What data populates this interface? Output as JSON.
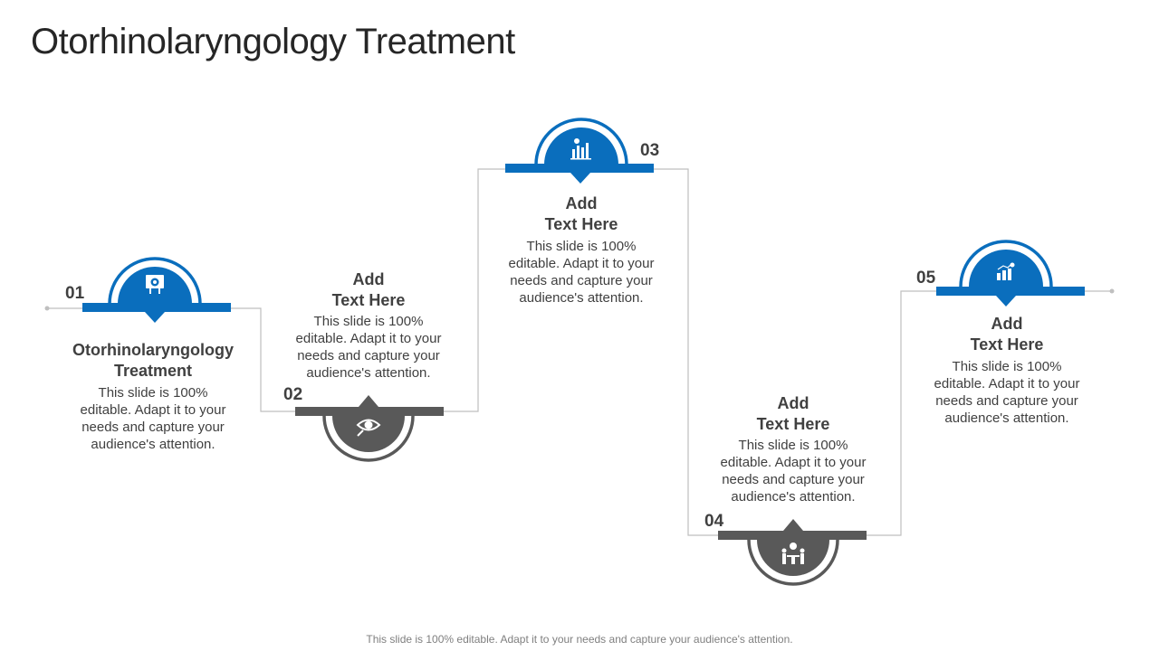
{
  "title": "Otorhinolaryngology Treatment",
  "footer": "This slide is 100% editable. Adapt it to your needs and capture your audience's attention.",
  "colors": {
    "blue": "#0a6ebd",
    "gray": "#595959",
    "line": "#bfbfbf"
  },
  "steps": [
    {
      "number": "01",
      "heading_line1": "Otorhinolaryngology",
      "heading_line2": "Treatment",
      "body": [
        "This slide is 100%",
        "editable. Adapt it to your",
        "needs and capture your",
        "audience's attention."
      ],
      "icon": "presentation-board-icon",
      "color": "blue"
    },
    {
      "number": "02",
      "heading_line1": "Add",
      "heading_line2": "Text Here",
      "body": [
        "This slide is 100%",
        "editable. Adapt it to your",
        "needs and capture your",
        "audience's attention."
      ],
      "icon": "eye-magnifier-icon",
      "color": "gray"
    },
    {
      "number": "03",
      "heading_line1": "Add",
      "heading_line2": "Text Here",
      "body": [
        "This slide is 100%",
        "editable. Adapt it to your",
        "needs and capture your",
        "audience's attention."
      ],
      "icon": "bar-chart-icon",
      "color": "blue"
    },
    {
      "number": "04",
      "heading_line1": "Add",
      "heading_line2": "Text Here",
      "body": [
        "This slide is 100%",
        "editable. Adapt it to your",
        "needs and capture your",
        "audience's attention."
      ],
      "icon": "team-meeting-icon",
      "color": "gray"
    },
    {
      "number": "05",
      "heading_line1": "Add",
      "heading_line2": "Text Here",
      "body": [
        "This slide is 100%",
        "editable. Adapt it to your",
        "needs and capture your",
        "audience's attention."
      ],
      "icon": "growth-chart-icon",
      "color": "blue"
    }
  ]
}
